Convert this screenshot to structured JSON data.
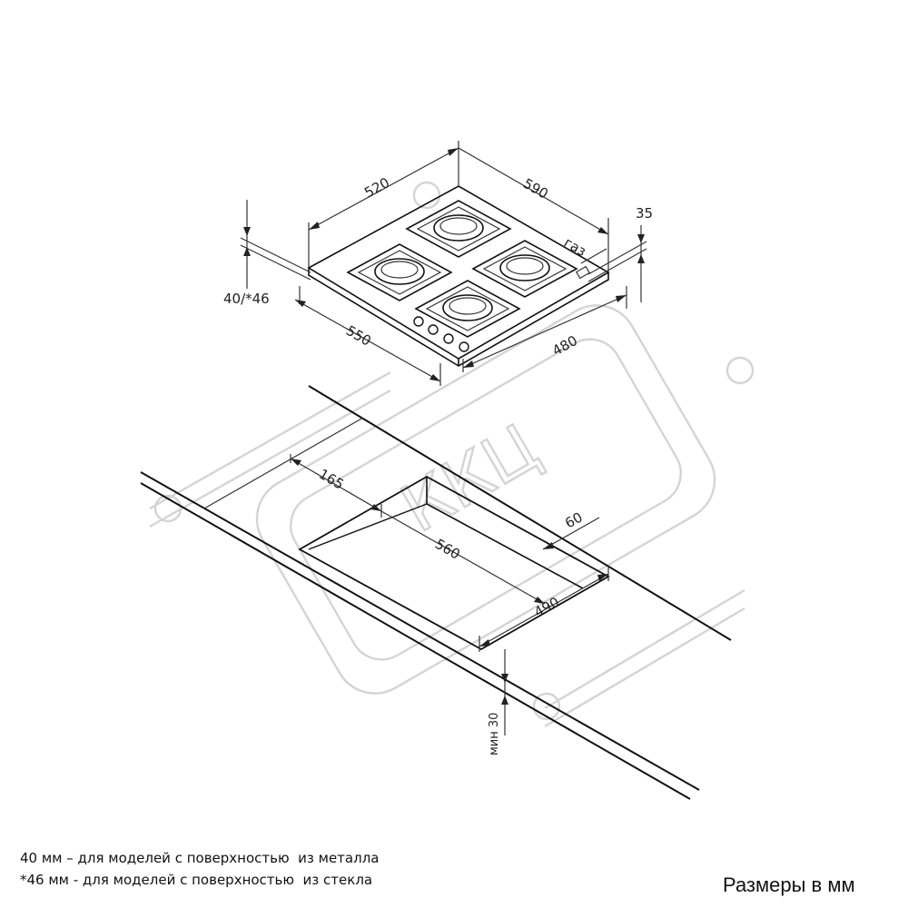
{
  "hob": {
    "dim_depth": "520",
    "dim_width": "590",
    "dim_height": "35",
    "dim_cutout_depth": "480",
    "dim_cutout_width": "550",
    "dim_embed": "40/*46",
    "gas_label": "газ"
  },
  "countertop": {
    "dim_front_offset": "165",
    "dim_cut_length": "560",
    "dim_back_offset": "60",
    "dim_cut_depth": "490",
    "dim_min_thickness": "мин 30"
  },
  "notes": {
    "metal": "40 мм – для моделей с поверхностью  из металла",
    "glass": "*46 мм - для моделей с поверхностью  из стекла",
    "units": "Размеры в мм"
  },
  "watermark": {
    "text": "ККЦ"
  }
}
